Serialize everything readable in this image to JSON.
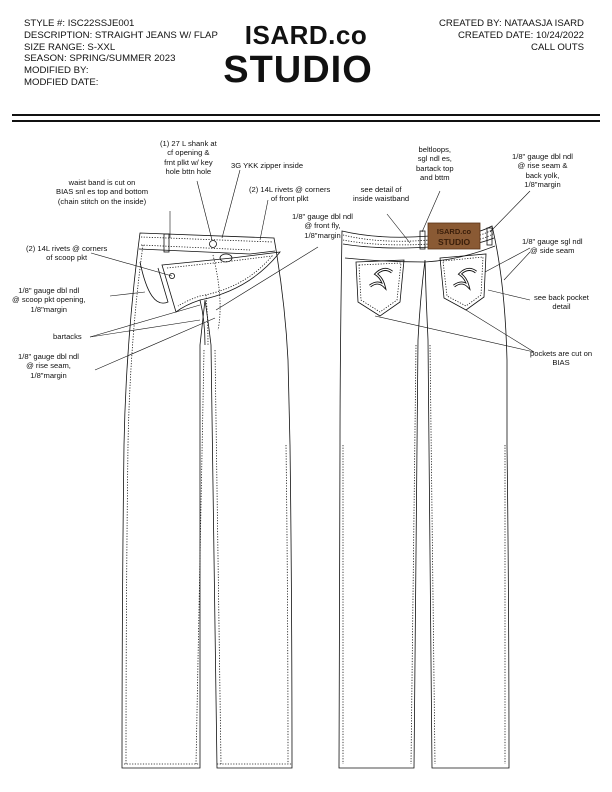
{
  "header": {
    "style": "STYLE #: ISC22SSJE001",
    "description": "DESCRIPTION: STRAIGHT JEANS W/ FLAP",
    "size_range": "SIZE RANGE: S-XXL",
    "season": "SEASON: SPRING/SUMMER 2023",
    "modified_by": "MODIFIED BY:",
    "modified_date": "MODFIED DATE:",
    "created_by": "CREATED BY: NATAASJA ISARD",
    "created_date": "CREATED DATE: 10/24/2022",
    "call_outs": "CALL OUTS"
  },
  "brand": {
    "line1": "ISARD.co",
    "line2": "STUDIO"
  },
  "patch": {
    "line1": "ISARD.co",
    "line2": "STUDIO"
  },
  "front_callouts": {
    "shank": [
      "(1) 27 L shank at",
      "cf opening &",
      "frnt plkt w/ key",
      "hole bttn hole"
    ],
    "zipper": [
      "3G YKK zipper inside"
    ],
    "waistband_bias": [
      "waist band is cut on",
      "BIAS snl es top and bottom",
      "(chain stitch on the inside)"
    ],
    "rivets_plkt": [
      "(2) 14L rivets @ corners",
      "of front plkt"
    ],
    "front_fly": [
      "1/8\" gauge dbl ndl",
      "@ front fly,",
      "1/8\"margin"
    ],
    "rivets_scoop": [
      "(2) 14L rivets @ corners",
      "of scoop pkt"
    ],
    "scoop_opening": [
      "1/8\" gauge dbl ndl",
      "@ scoop pkt opening,",
      "1/8\"margin"
    ],
    "bartacks": [
      "bartacks"
    ],
    "rise_seam": [
      "1/8\" gauge dbl ndl",
      "@ rise seam,",
      "1/8\"margin"
    ]
  },
  "back_callouts": {
    "beltloops": [
      "beltloops,",
      "sgl ndl es,",
      "bartack top",
      "and bttm"
    ],
    "see_waistband": [
      "see detail of",
      "inside waistband"
    ],
    "back_yolk": [
      "1/8\" gauge dbl ndl",
      "@ rise seam &",
      "back yolk,",
      "1/8\"margin"
    ],
    "side_seam": [
      "1/8\" gauge sgl ndl",
      "@ side seam"
    ],
    "back_pocket": [
      "see back pocket",
      "detail"
    ],
    "pockets_bias": [
      "pockets are cut on",
      "BIAS"
    ]
  }
}
